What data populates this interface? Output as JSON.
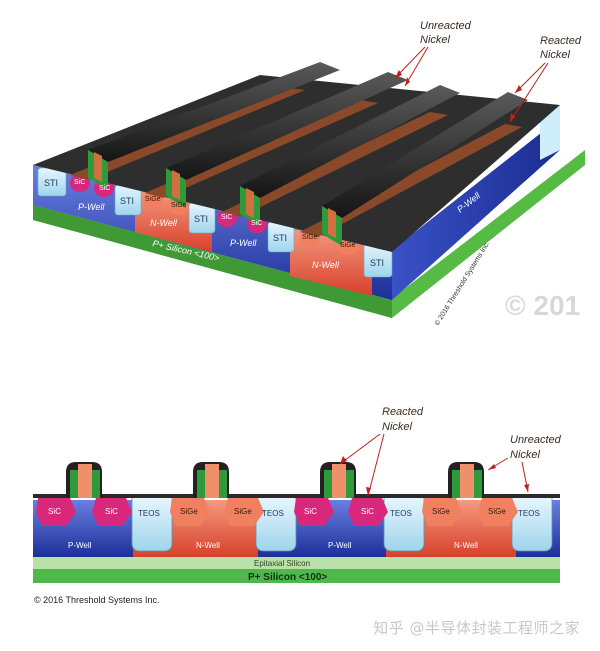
{
  "top_view": {
    "label_unreacted": [
      "Unreacted",
      "Nickel"
    ],
    "label_reacted": [
      "Reacted",
      "Nickel"
    ],
    "regions": {
      "sti": "STI",
      "sic": "SiC",
      "sige": "SiGe",
      "p_well": "P-Well",
      "n_well": "N-Well",
      "substrate": "P+ Silicon <100>"
    },
    "copyright_vertical": "© 2016 Threshold Systems Inc.",
    "watermark": "© 201"
  },
  "cross_section": {
    "label_reacted": [
      "Reacted",
      "Nickel"
    ],
    "label_unreacted": [
      "Unreacted",
      "Nickel"
    ],
    "regions": {
      "sic": "SiC",
      "sige": "SiGe",
      "teos": "TEOS",
      "p_well": "P-Well",
      "n_well": "N-Well",
      "epi": "Epitaxial Silicon",
      "substrate": "P+ Silicon <100>"
    }
  },
  "copyright": "© 2016 Threshold Systems Inc.",
  "site_watermark": "知乎 @半导体封装工程师之家",
  "colors": {
    "sti": "#bfe6f5",
    "p_well": "#3048b8",
    "n_well": "#e8604a",
    "sic": "#d8287c",
    "sige": "#f08060",
    "gate": "#2a2a2a",
    "spacer": "#2f9a3a",
    "substrate": "#4fb84a",
    "nickel_reacted": "#c06030"
  }
}
